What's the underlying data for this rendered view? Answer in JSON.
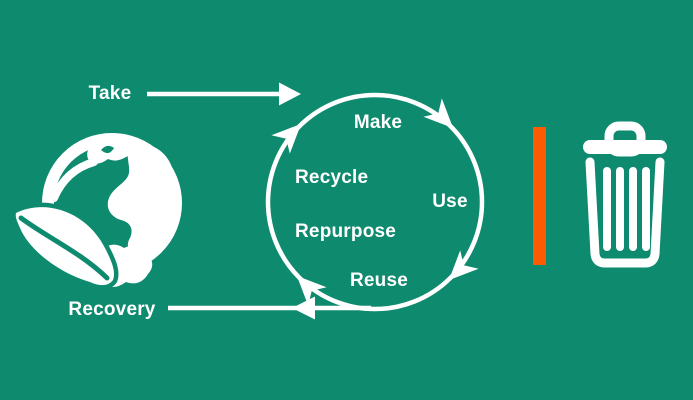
{
  "theme": {
    "background": "#0E8A6F",
    "foreground": "#FFFFFF",
    "accent_bar": "#FC5A03"
  },
  "labels": {
    "take": "Take",
    "recovery": "Recovery"
  },
  "cycle": {
    "direction": "clockwise",
    "steps": [
      {
        "id": "make",
        "label": "Make"
      },
      {
        "id": "use",
        "label": "Use"
      },
      {
        "id": "reuse",
        "label": "Reuse"
      },
      {
        "id": "repurpose",
        "label": "Repurpose"
      },
      {
        "id": "recycle",
        "label": "Recycle"
      }
    ]
  },
  "icons": {
    "left": "earth-with-leaf-icon",
    "divider": "orange-divider-bar",
    "right": "trash-can-icon"
  }
}
